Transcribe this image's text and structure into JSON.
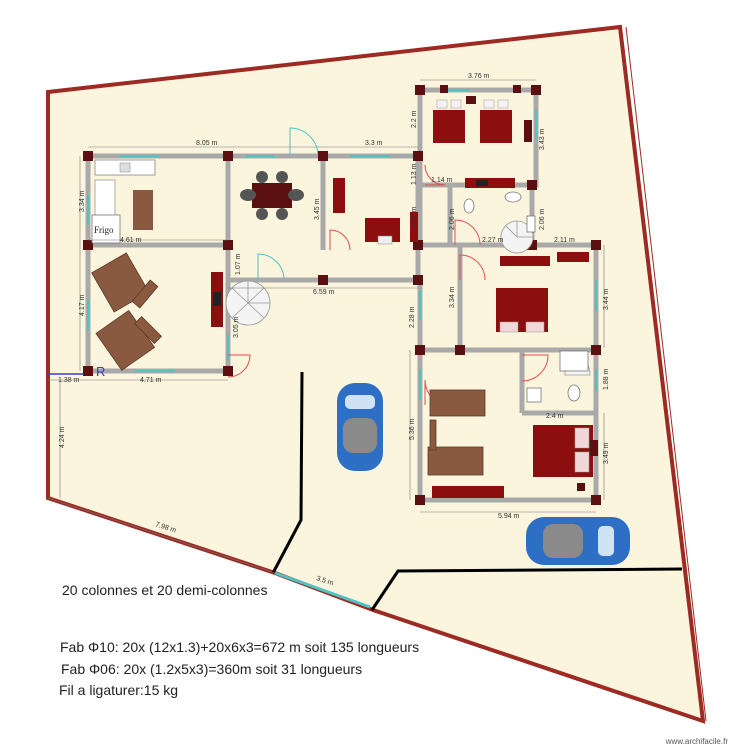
{
  "labels": {
    "frigo": "Frigo",
    "marker_r": "R"
  },
  "dimensions": {
    "d_376": "3.76 m",
    "d_22": "2.2 m",
    "d_343": "3.43 m",
    "d_805": "8.05 m",
    "d_33": "3.3 m",
    "d_113": "1.13 m",
    "d_114": "1.14 m",
    "d_334a": "3.34 m",
    "d_345": "3.45 m",
    "d_221": "2.21 m",
    "d_206a": "2.06 m",
    "d_206b": "2.06 m",
    "d_227": "2.27 m",
    "d_211": "2.11 m",
    "d_461": "4.61 m",
    "d_107": "1.07 m",
    "d_659": "6.59 m",
    "d_417": "4.17 m",
    "d_305": "3.05 m",
    "d_228": "2.28 m",
    "d_334b": "3.34 m",
    "d_344": "3.44 m",
    "d_138": "1.38 m",
    "d_471": "4.71 m",
    "d_188": "1.88 m",
    "d_24": "2.4 m",
    "d_536": "5.36 m",
    "d_349": "3.49 m",
    "d_424": "4.24 m",
    "d_594": "5.94 m",
    "d_798": "7.98 m",
    "d_35": "3.5 m"
  },
  "notes": {
    "columns": "20 colonnes et 20 demi-colonnes",
    "fab10": "Fab Φ10: 20x (12x1.3)+20x6x3=672 m soit 135 longueurs",
    "fab06": "Fab Φ06: 20x (1.2x5x3)=360m soit 31 longueurs",
    "wire": "Fil a ligaturer:15 kg"
  },
  "watermark": "www.archifacile.fr",
  "colors": {
    "plot_fill": "#fbf5de",
    "boundary": "#9c2b23",
    "wall": "#a9a9a9",
    "column": "#5a1010",
    "sofa": "#8a5a40",
    "bed": "#8c0e0e",
    "car_blue": "#2e6fc6",
    "window": "#4fc3c3"
  }
}
